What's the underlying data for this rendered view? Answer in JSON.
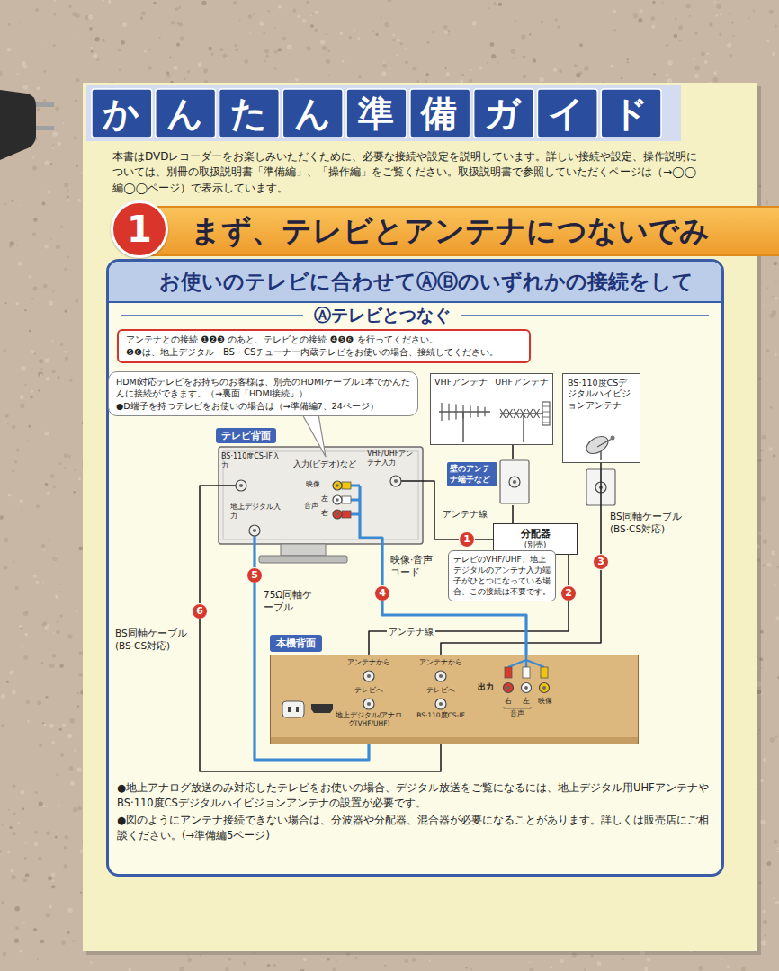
{
  "diagram": {
    "title": "かんたん準備ガイド",
    "nodes": [
      {
        "text": [
          "1"
        ]
      },
      {
        "text": [
          "まず、テレビとアンテナにつないでみ"
        ]
      },
      {
        "text": [
          "お使いのテレビに合わせてⒶⒷのいずれかの接続をして"
        ]
      },
      {
        "text": [
          "アンテナとの接続 ❶❷❸ のあと、テレビとの接続 ❹❺❻ を行ってください。",
          "❺❻は、地上デジタル・BS・CSチューナー内蔵テレビをお使いの場合、接続してください。"
        ],
        "in": 2
      },
      {
        "text": [
          "HDMI対応テレビをお持ちのお客様は、別売のHDMIケーブル1本でかんたんに接続ができます。（→裏面「HDMI接続」）",
          "●D端子を持つテレビをお使いの場合は（→準備編7、24ページ）"
        ],
        "in": 2
      },
      {
        "text": [
          "テレビ背面"
        ],
        "in": 2
      },
      {
        "text": [
          "VHFアンテナ",
          "UHFアンテナ"
        ],
        "in": 2
      },
      {
        "text": [
          "壁のアンテナ端子など"
        ],
        "in": 2
      },
      {
        "text": [
          "BS·110度CSデジタルハイビジョンアンテナ"
        ],
        "in": 2
      },
      {
        "text": [
          "分配器",
          "(別売)"
        ],
        "in": 2
      },
      {
        "text": [
          "テレビのVHF/UHF、地上デジタルのアンテナ入力端子がひとつになっている場合、この接続は不要です。"
        ],
        "in": 2
      },
      {
        "text": [
          "本機背面"
        ],
        "in": 2
      }
    ],
    "edges": [
      {
        "from": 6,
        "to": 7,
        "arrow": "none"
      },
      {
        "from": 7,
        "to": 9,
        "arrow": "none"
      },
      {
        "from": 9,
        "to": 5,
        "label": "アンテナ線",
        "arrow": "none"
      },
      {
        "from": 9,
        "to": 11,
        "label": "アンテナ線",
        "arrow": "none"
      },
      {
        "from": 8,
        "to": 11,
        "label": "BS同軸ケーブル(BS·CS対応)",
        "arrow": "none"
      },
      {
        "from": 5,
        "to": 11,
        "label": "映像·音声コード",
        "arrow": "none"
      },
      {
        "from": 5,
        "to": 11,
        "label": "75Ω同軸ケーブル",
        "arrow": "none"
      },
      {
        "from": 5,
        "to": 11,
        "label": "BS同軸ケーブル(BS·CS対応)",
        "arrow": "none"
      }
    ],
    "labels": [
      "本書はDVDレコーダーをお楽しみいただくために、必要な接続や設定を説明しています。詳しい接続や設定、操作説明については、別冊の取扱説明書「準備編」、「操作編」をご覧ください。取扱説明書で参照していただくページは（→◯◯編◯◯ページ）で表示しています。",
      "Ⓐテレビとつなぐ",
      "BS·110度CS-IF入力",
      "入力(ビデオ)など",
      "VHF/UHFアンテナ入力",
      "映像",
      "左",
      "音声",
      "右",
      "地上デジタル入力",
      "1",
      "2",
      "3",
      "4",
      "5",
      "6",
      "アンテナから",
      "アンテナから",
      "テレビへ",
      "テレビへ",
      "地上デジタル/アナログ(VHF/UHF)",
      "BS·110度CS-IF",
      "出力",
      "右",
      "左",
      "音声",
      "映像",
      "●地上アナログ放送のみ対応したテレビをお使いの場合、デジタル放送をご覧になるには、地上デジタル用UHFアンテナやBS·110度CSデジタルハイビジョンアンテナの設置が必要です。",
      "●図のようにアンテナ接続できない場合は、分波器や分配器、混合器が必要になることがあります。詳しくは販売店にご相談ください。(→準備編5ページ)"
    ]
  }
}
